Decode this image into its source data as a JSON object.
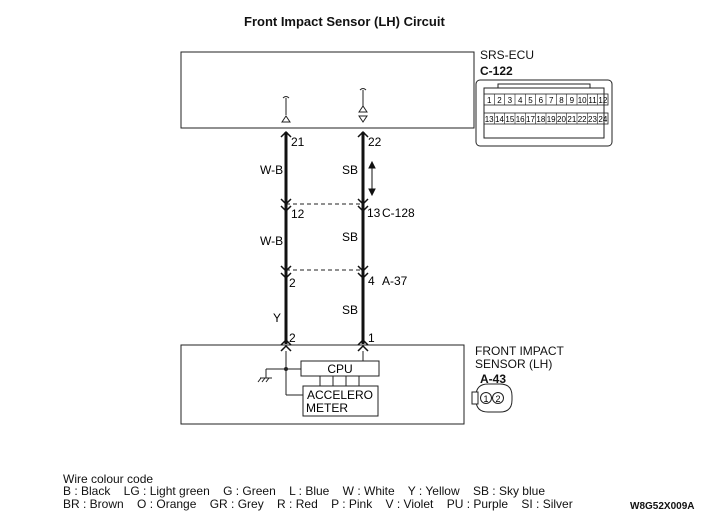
{
  "title": "Front Impact Sensor (LH) Circuit",
  "ecu": {
    "name": "SRS-ECU",
    "connector": "C-122",
    "pins_top": [
      "1",
      "2",
      "3",
      "4",
      "5",
      "6",
      "7",
      "8",
      "9",
      "10",
      "11",
      "12"
    ],
    "pins_bottom": [
      "13",
      "14",
      "15",
      "16",
      "17",
      "18",
      "19",
      "20",
      "21",
      "22",
      "23",
      "24"
    ]
  },
  "ecu_pins": [
    "21",
    "22"
  ],
  "wire_left_colors": [
    "W-B",
    "W-B",
    "Y"
  ],
  "wire_right_colors": [
    "SB",
    "SB",
    "SB"
  ],
  "connector_c128": {
    "left_pin": "12",
    "right_pin": "13",
    "name": "C-128"
  },
  "connector_a37": {
    "left_pin": "2",
    "right_pin": "4",
    "name": "A-37"
  },
  "sensor": {
    "name_line1": "FRONT IMPACT",
    "name_line2": "SENSOR (LH)",
    "connector": "A-43",
    "pin_left": "2",
    "pin_right": "1",
    "cpu_label": "CPU",
    "accel_line1": "ACCELERO",
    "accel_line2": "METER",
    "connector_pins": [
      "1",
      "2"
    ]
  },
  "legend": {
    "heading": "Wire colour code",
    "line1": "B : Black    LG : Light green    G : Green    L : Blue    W : White    Y : Yellow    SB : Sky blue",
    "line2": "BR : Brown    O : Orange    GR : Grey    R : Red    P : Pink    V : Violet    PU : Purple    SI : Silver"
  },
  "figure_code": "W8G52X009A"
}
